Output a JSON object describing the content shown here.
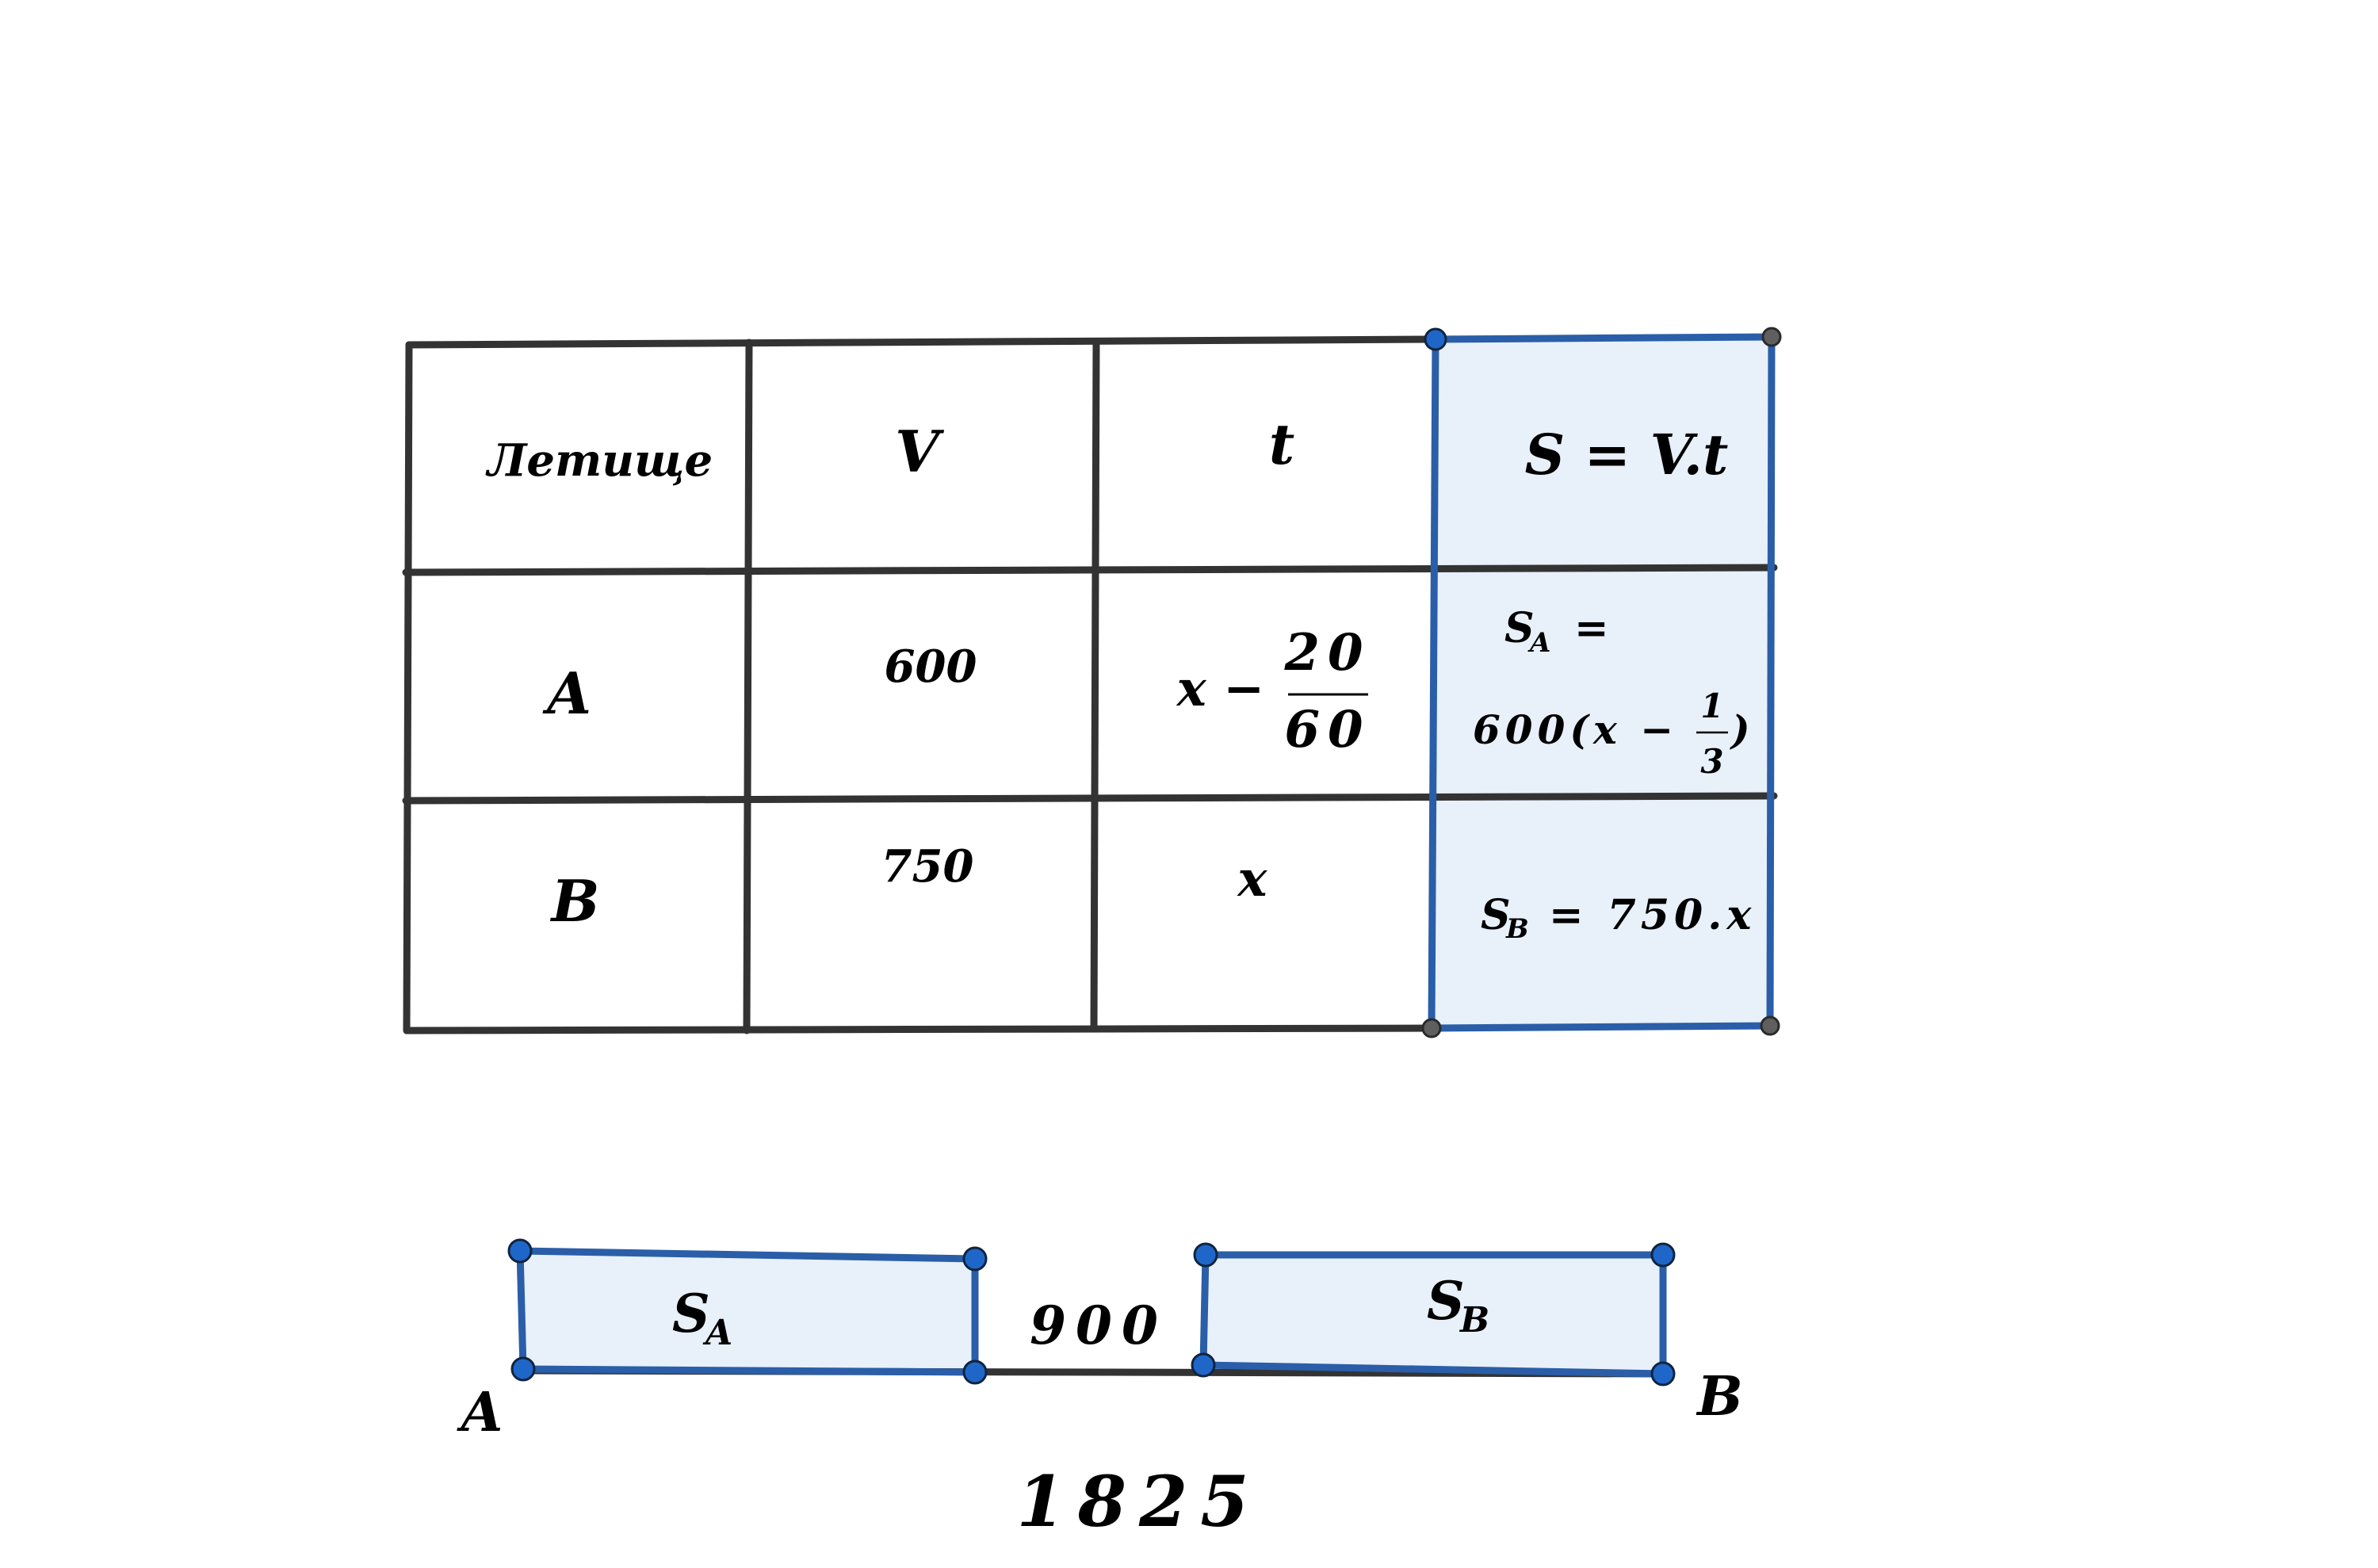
{
  "table": {
    "header": {
      "col1": "Летище",
      "col2": "V",
      "col3": "t",
      "col4": "S = V.t"
    },
    "row_a": {
      "label": "A",
      "speed": "600",
      "time_prefix": "x −",
      "time_num": "20",
      "time_den": "60",
      "distance_line1": "S",
      "distance_line1_sub": "A",
      "distance_line1_eq": "=",
      "distance_line2_prefix": "600(x −",
      "distance_line2_num": "1",
      "distance_line2_den": "3",
      "distance_line2_suffix": ")"
    },
    "row_b": {
      "label": "B",
      "speed": "750",
      "time": "x",
      "distance_s": "S",
      "distance_sub": "B",
      "distance_rest": "= 750.x"
    }
  },
  "segment": {
    "endpoint_a": "A",
    "endpoint_b": "B",
    "part_a_s": "S",
    "part_a_sub": "A",
    "part_b_s": "S",
    "part_b_sub": "B",
    "gap_value": "900",
    "total_value": "1825"
  },
  "colors": {
    "line": "#333333",
    "accent_edge": "#2a5ea8",
    "accent_fill": "#e8f0fa",
    "point_blue": "#1f66c9",
    "point_gray": "#5f5f5f"
  }
}
